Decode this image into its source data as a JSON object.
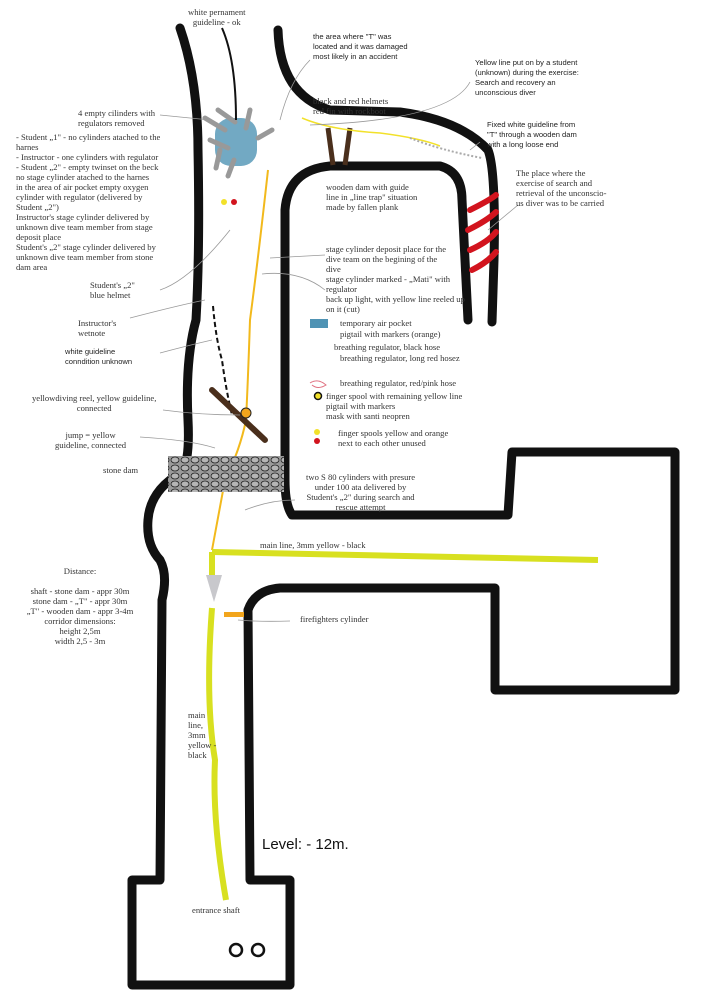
{
  "labels": {
    "white_guideline_ok": "white pernament\nguideline - ok",
    "t_area": "the area where \"T\" was\nlocated and it was damaged\nmost likely in an accident",
    "yellow_line_student": "Yellow line put on by a student\n(unknown) during the exercise:\nSearch and recovery an\nunconscious diver",
    "helmets": "black and red helmets\nred fin with rockboot",
    "fixed_white": "Fixed white guideline from\n\"T\" through a wooden dam\nwith a long loose end",
    "empty_cylinders": "4 empty cilinders with\nregulators removed",
    "equipment_notes": "- Student „1\" - no cylinders atached to the\nharnes\n- Instructor - one cylinders with regulator\n- Student „2\" - empty twinset on the beck\nno stage cylinder atached to the harnes\nin the area of air pocket empty oxygen\ncylinder with regulator (delivered by\nStudent „2\")\nInstructor's stage cylinder delivered by\nunknown dive team member from stage\ndeposit place\nStudent's „2\" stage cylinder delivered by\nunknown dive team member from stone\ndam area",
    "search_place": "The place where the\nexercise of search and\nretrieval of the unconscio-\nus diver was to be carried",
    "wooden_dam": "wooden dam with guide\nline in „line trap\" situation\nmade by fallen plank",
    "stage_deposit": "stage cylinder deposit place for the\ndive team on the begining of the\ndive\nstage cylinder marked - „Mati\" with\nregulator\nback up light, with yellow line reeled up\non it (cut)",
    "blue_helmet": "Student's „2\"\nblue helmet",
    "wetnote": "Instructor's\nwetnote",
    "white_unknown": "white guideline\nconndition unknown",
    "reel": "yellowdiving reel, yellow guideline,\nconnected",
    "jump": "jump = yellow\nguideline, connected",
    "stone_dam": "stone dam",
    "s80": "two S 80 cylinders with presure\nunder 100 ata delivered by\nStudent's „2\" during search and\nrescue attempt",
    "main_line_h": "main line, 3mm yellow - black",
    "firefighters": "firefighters cylinder",
    "distance": "Distance:\n\nshaft - stone dam - appr 30m\nstone dam - „T\" - appr 30m\n„T\" - wooden dam - appr 3-4m\ncorridor dimensions:\nheight 2,5m\nwidth 2,5 - 3m",
    "main_line_v": "main\nline,\n3mm\nyellow -\nblack",
    "level": "Level: - 12m.",
    "entrance": "entrance shaft"
  },
  "legend": [
    {
      "icon": "air-pocket",
      "label": "temporary air pocket"
    },
    {
      "icon": "pigtail-orange",
      "label": "pigtail with markers (orange)"
    },
    {
      "icon": "regulator-black",
      "label": "breathing regulator, black hose"
    },
    {
      "icon": "regulator-red-long",
      "label": "breathing regulator, long red hosez"
    },
    {
      "icon": "regulator-pink",
      "label": "breathing regulator, red/pink hose"
    },
    {
      "icon": "finger-spool-yellow",
      "label": "finger spool with remaining yellow line"
    },
    {
      "icon": "pigtail",
      "label": "pigtail with markers"
    },
    {
      "icon": "mask",
      "label": "mask with santi neopren"
    },
    {
      "icon": "finger-spools-unused",
      "label": "finger spools yellow and orange\nnext to each other unused"
    }
  ],
  "colors": {
    "wall": "#111111",
    "main_line": "#d8e020",
    "yellow_line": "#f2b91c",
    "air_pocket": "#4f93b4",
    "plank": "#4a2f1c",
    "red_marks": "#d2141e",
    "stone": "#888888"
  }
}
